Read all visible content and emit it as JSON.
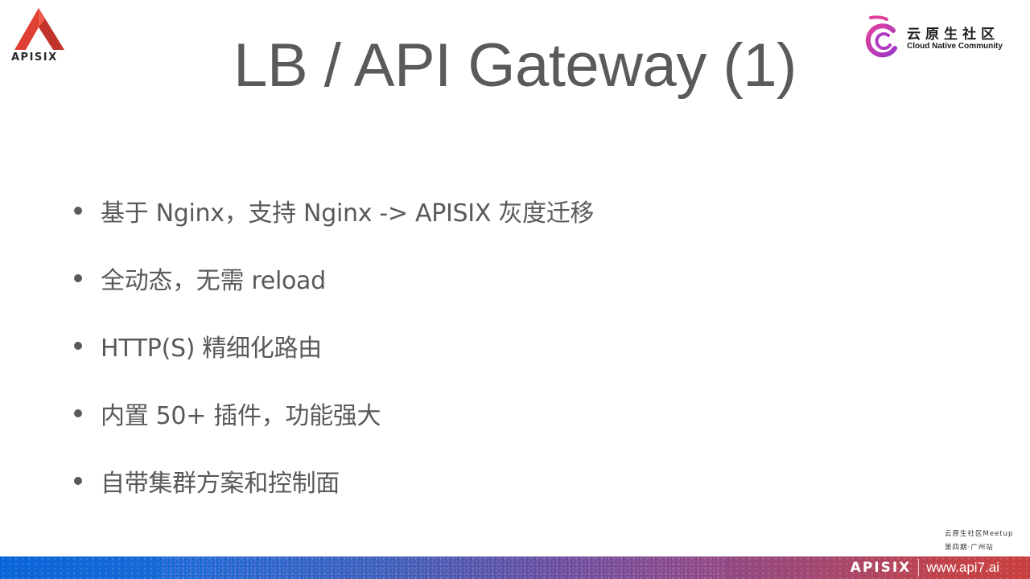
{
  "logos": {
    "apisix": {
      "wordmark": "APISIX",
      "mark": "apisix-triangle-icon"
    },
    "community": {
      "name_cn": "云原生社区",
      "name_en": "Cloud Native Community",
      "mark": "cloud-native-community-icon"
    }
  },
  "slide": {
    "title": "LB / API Gateway (1)",
    "bullets": [
      {
        "text": "基于 Nginx，支持 Nginx -> APISIX 灰度迁移"
      },
      {
        "text": "全动态，无需 reload"
      },
      {
        "text": "HTTP(S) 精细化路由"
      },
      {
        "text": "内置 50+ 插件，功能强大"
      },
      {
        "text": "自带集群方案和控制面"
      }
    ]
  },
  "event": {
    "line1": "云原生社区Meetup",
    "line2": "第四期·广州站"
  },
  "footer": {
    "brand": "APISIX",
    "url": "www.api7.ai"
  },
  "colors": {
    "text": "#595959",
    "apisix_red": "#e8463a",
    "community_magenta": "#c03bbd",
    "band_start": "#0a66d8",
    "band_end": "#c8403f"
  }
}
